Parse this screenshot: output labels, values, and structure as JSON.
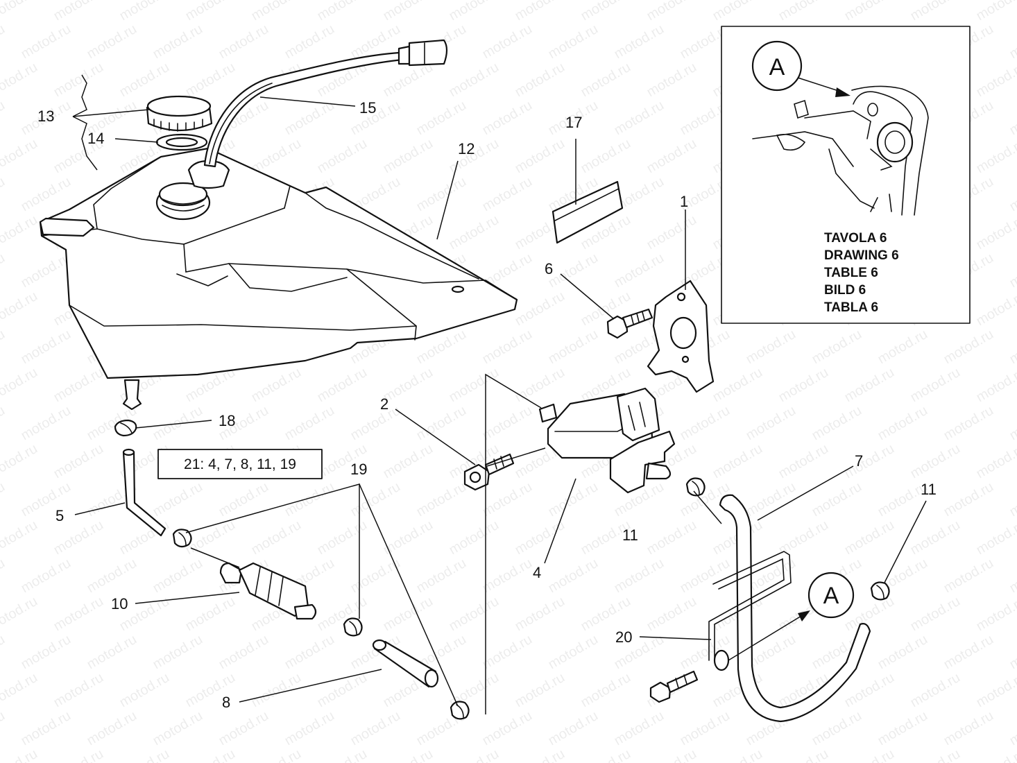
{
  "watermark": "motod.ru",
  "callouts": {
    "c1": "1",
    "c2": "2",
    "c4": "4",
    "c5": "5",
    "c6": "6",
    "c7": "7",
    "c8": "8",
    "c10": "10",
    "c11a": "11",
    "c11b": "11",
    "c12": "12",
    "c13": "13",
    "c14": "14",
    "c15": "15",
    "c17": "17",
    "c18": "18",
    "c19": "19",
    "c20": "20"
  },
  "kit_label": "21: 4, 7, 8, 11, 19",
  "reference_letter": "A",
  "inset": {
    "letter": "A",
    "lines": [
      "TAVOLA 6",
      "DRAWING 6",
      "TABLE 6",
      "BILD 6",
      "TABLA 6"
    ]
  },
  "colors": {
    "ink": "#111111",
    "paper": "#ffffff"
  }
}
